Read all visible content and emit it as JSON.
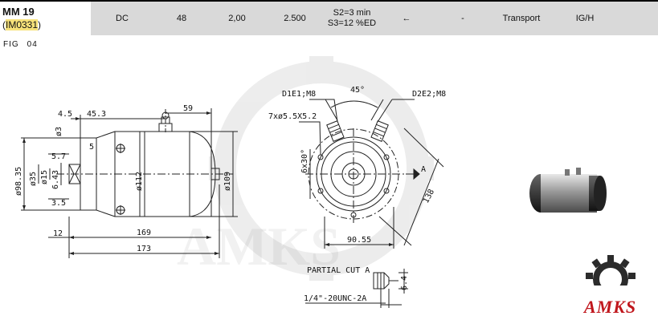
{
  "header": {
    "model": "MM 19",
    "code_prefix": "(",
    "code": "IM0331",
    "code_suffix": ")",
    "cells": [
      "DC",
      "48",
      "2,00",
      "2.500",
      "S2=3 min",
      "S3=12 %ED",
      "←",
      "-",
      "Transport",
      "IG/H"
    ]
  },
  "figure": {
    "label": "FIG",
    "number": "04"
  },
  "dims": {
    "d4_5": "4.5",
    "d45_3": "45.3",
    "d59": "59",
    "d3": "ø3",
    "d5": "5",
    "d5_7": "5.7",
    "d98_35": "ø98.35",
    "d35": "ø35",
    "d15": "ø15",
    "d6_43": "6.43",
    "d3_5": "3.5",
    "d112": "ø112",
    "d109": "ø109",
    "d12": "12",
    "d169": "169",
    "d173": "173",
    "d45deg": "45°",
    "d1e1": "D1E1;M8",
    "d2e2": "D2E2;M8",
    "holes": "7xø5.5X5.2",
    "d6x30": "6x30°",
    "section": "A",
    "d138": "138",
    "d90_55": "90.55",
    "partial": "PARTIAL CUT A",
    "d6_4": "6.4",
    "thread": "1/4\"-20UNC-2A"
  },
  "watermark": "AMKS",
  "logo": {
    "text": "AMKS",
    "color": "#c0161c"
  }
}
